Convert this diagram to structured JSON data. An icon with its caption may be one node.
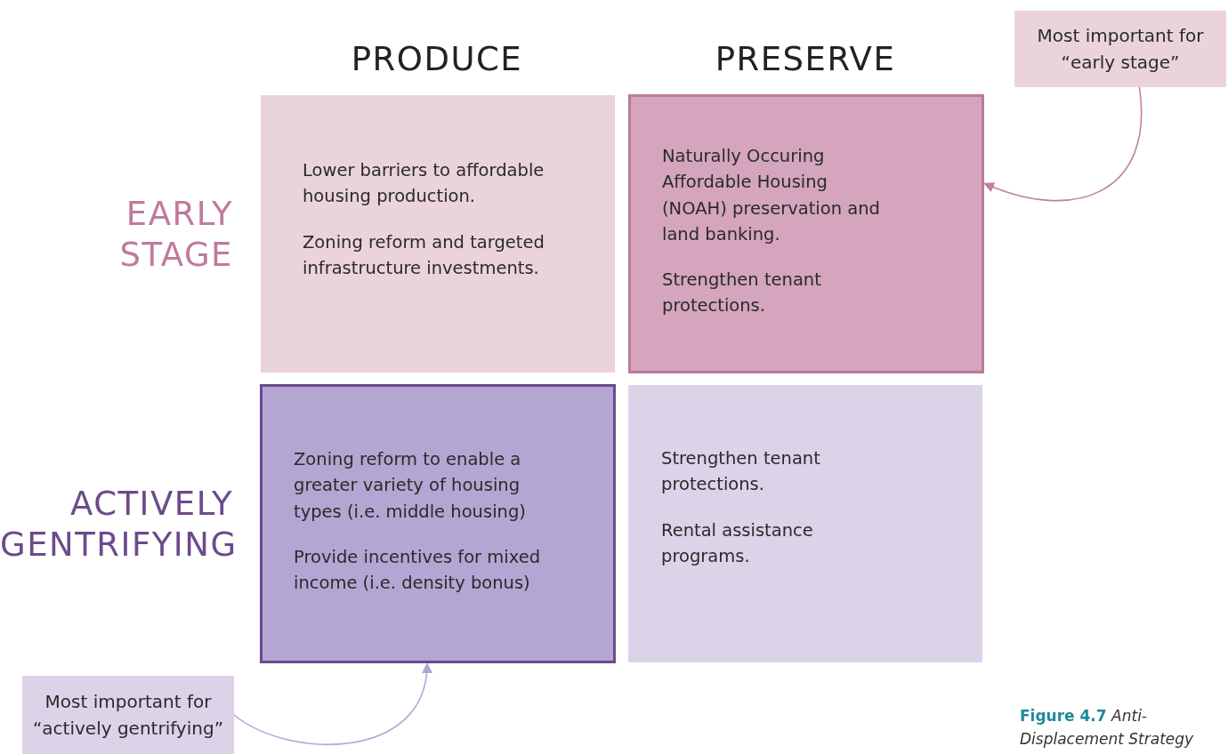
{
  "diagram": {
    "caption": "**Figure 4.7** *Anti-Displacement Strategy*",
    "nodes": [
      {
        "text": [
          "Most important for “early stage”"
        ]
      },
      {
        "text": [
          "Lower barriers to affordable housing production.",
          "Zoning reform and targeted infrastructure investments."
        ]
      },
      {
        "text": [
          "Naturally Occuring Affordable Housing (NOAH) preservation and land banking.",
          "Strengthen tenant protections."
        ]
      },
      {
        "text": [
          "Zoning reform to enable a greater variety of housing types (i.e. middle housing)",
          "Provide incentives for mixed income (i.e. density bonus)"
        ]
      },
      {
        "text": [
          "Strengthen tenant protections.",
          "Rental assistance programs."
        ]
      },
      {
        "text": [
          "Most important for “actively gentrifying”"
        ]
      }
    ],
    "edges": [
      {
        "from": 0,
        "to": 2,
        "arrow": "to",
        "color": "#c0809e"
      },
      {
        "from": 5,
        "to": 3,
        "arrow": "to",
        "color": "#b3a6d4"
      }
    ],
    "labels": [
      "PRODUCE",
      "PRESERVE",
      "EARLY STAGE",
      "ACTIVELY GENTRIFYING"
    ]
  }
}
